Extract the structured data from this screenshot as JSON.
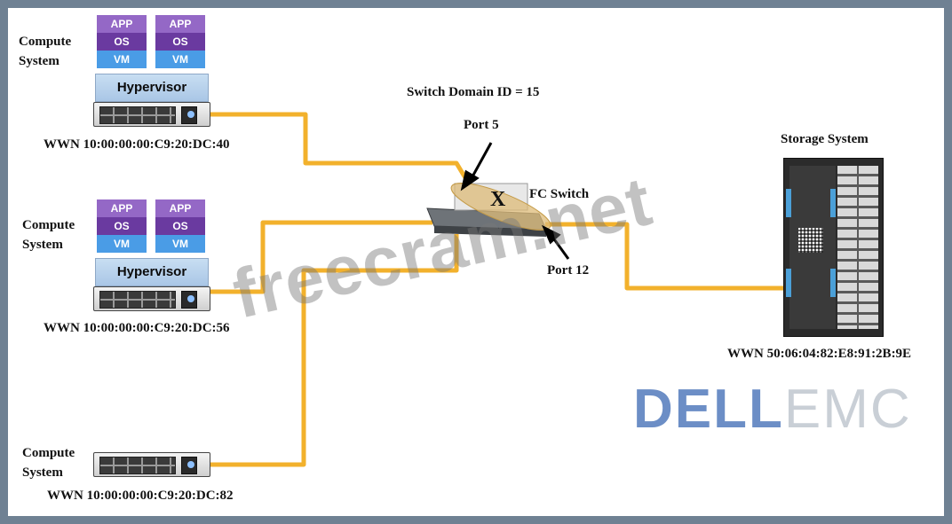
{
  "diagram": {
    "compute_label": "Compute\nSystem",
    "vm": {
      "app": "APP",
      "os": "OS",
      "vm": "VM"
    },
    "hypervisor": "Hypervisor",
    "wwn_top": "WWN 10:00:00:00:C9:20:DC:40",
    "wwn_mid": "WWN 10:00:00:00:C9:20:DC:56",
    "wwn_bot": "WWN 10:00:00:00:C9:20:DC:82",
    "switch_domain": "Switch Domain ID = 15",
    "port5": "Port 5",
    "port12": "Port 12",
    "fc_switch": "FC Switch",
    "x_mark": "X",
    "storage_label": "Storage System",
    "storage_wwn": "WWN 50:06:04:82:E8:91:2B:9E",
    "watermark": "freecram.net",
    "logo_dell": "D‑ELL",
    "logo_dell_text": "DELL",
    "logo_emc": "EMC"
  },
  "colors": {
    "cable": "#f2b12c",
    "frame": "#6f8193",
    "logo_blue": "#6c8ec6"
  }
}
